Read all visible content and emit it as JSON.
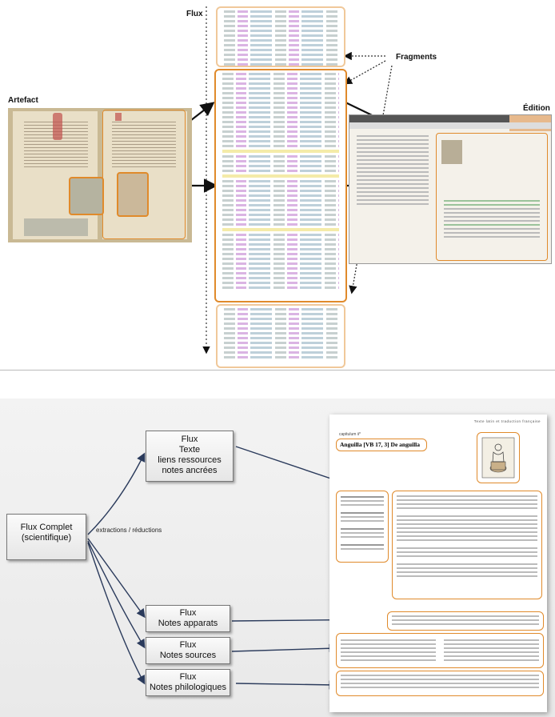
{
  "top": {
    "flux_label": "Flux",
    "fragments_label": "Fragments",
    "artefact_label": "Artefact",
    "edition_label": "Édition",
    "colors": {
      "accent": "#e08a2b",
      "arrow": "#111111"
    }
  },
  "bottom": {
    "complete": {
      "line1": "Flux Complet",
      "line2": "(scientifique)"
    },
    "extractions_label": "extractions / réductions",
    "flux_texte": {
      "line1": "Flux",
      "line2": "Texte",
      "line3": "liens ressources",
      "line4": "notes ancrées"
    },
    "flux_apparats": {
      "line1": "Flux",
      "line2": "Notes apparats"
    },
    "flux_sources": {
      "line1": "Flux",
      "line2": "Notes sources"
    },
    "flux_philo": {
      "line1": "Flux",
      "line2": "Notes philologiques"
    },
    "doc": {
      "header": "Texte latin et traduction française",
      "caption": "capitulum ii*",
      "title": "Anguilla [VB 17, 3] De anguilla"
    }
  }
}
